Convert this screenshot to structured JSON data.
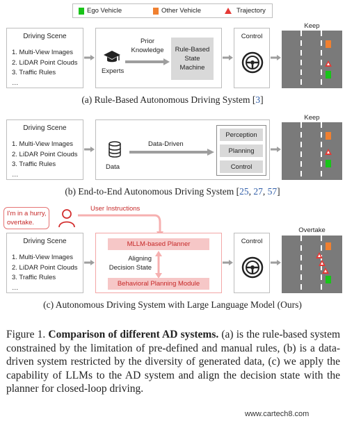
{
  "legend": {
    "ego": "Ego Vehicle",
    "other": "Other Vehicle",
    "trajectory": "Trajectory",
    "colors": {
      "ego": "#19c419",
      "other": "#f08030",
      "trajectory": "#e53935"
    }
  },
  "scene": {
    "title": "Driving Scene",
    "items": [
      "1. Multi-View Images",
      "2. LiDAR Point Clouds",
      "3. Traffic Rules",
      "…"
    ]
  },
  "panel_a": {
    "experts_label": "Experts",
    "prior_knowledge": "Prior\nKnowledge",
    "machine": "Rule-Based\nState\nMachine",
    "control_label": "Control",
    "road_label": "Keep",
    "caption_text": "(a) Rule-Based Autonomous Driving System [",
    "caption_ref": "3",
    "caption_end": "]"
  },
  "panel_b": {
    "data_label": "Data",
    "data_driven": "Data-Driven",
    "modules": [
      "Perception",
      "Planning",
      "Control"
    ],
    "road_label": "Keep",
    "caption_text": "(b) End-to-End Autonomous Driving System [",
    "caption_refs": [
      "25",
      "27",
      "57"
    ],
    "caption_end": "]"
  },
  "panel_c": {
    "speech": "I'm in a hurry,\novertake.",
    "user_instructions": "User Instructions",
    "planner": "MLLM-based Planner",
    "aligning": "Aligning\nDecision State",
    "module": "Behavioral Planning Module",
    "control_label": "Control",
    "road_label": "Overtake",
    "caption": "(c) Autonomous Driving System with Large Language Model (Ours)"
  },
  "figure": {
    "label": "Figure 1.",
    "title": "Comparison of different AD systems.",
    "body": " (a) is the rule-based system constrained by the limitation of pre-defined and manual rules, (b) is a data-driven system restricted by the diversity of generated data, (c) we apply the capability of LLMs to the AD system and align the decision state with the planner for closed-loop driving.",
    "watermark": "www.cartech8.com"
  }
}
